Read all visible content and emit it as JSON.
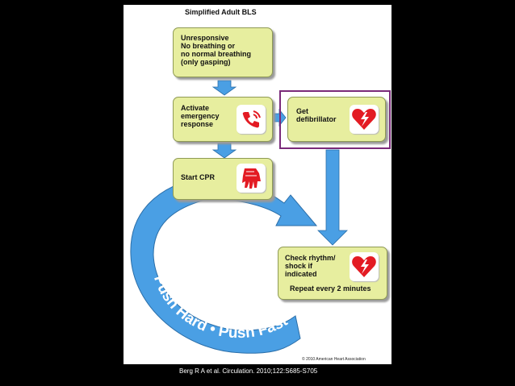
{
  "title": "Simplified Adult BLS",
  "steps": [
    {
      "id": "unresponsive",
      "text": "Unresponsive\nNo breathing or\nno normal breathing\n(only gasping)"
    },
    {
      "id": "activate",
      "text": "Activate\nemergency\nresponse",
      "icon": "phone-icon"
    },
    {
      "id": "defib",
      "text": "Get\ndefibrillator",
      "icon": "heart-defibrillator-icon"
    },
    {
      "id": "cpr",
      "text": "Start CPR",
      "icon": "hands-compression-icon"
    },
    {
      "id": "rhythm",
      "text": "Check rhythm/\nshock if\nindicated",
      "icon": "heart-defibrillator-icon"
    }
  ],
  "repeat_text": "Repeat every 2 minutes",
  "loop_text": "Push Hard • Push Fast",
  "copyright": "© 2010 American Heart Association",
  "citation": "Berg R A et al. Circulation. 2010;122:S685-S705",
  "colors": {
    "box_fill": "#e7ee9f",
    "arrow_blue": "#4a9fe4",
    "icon_red": "#e31b23",
    "highlight": "#7a2a7a"
  }
}
